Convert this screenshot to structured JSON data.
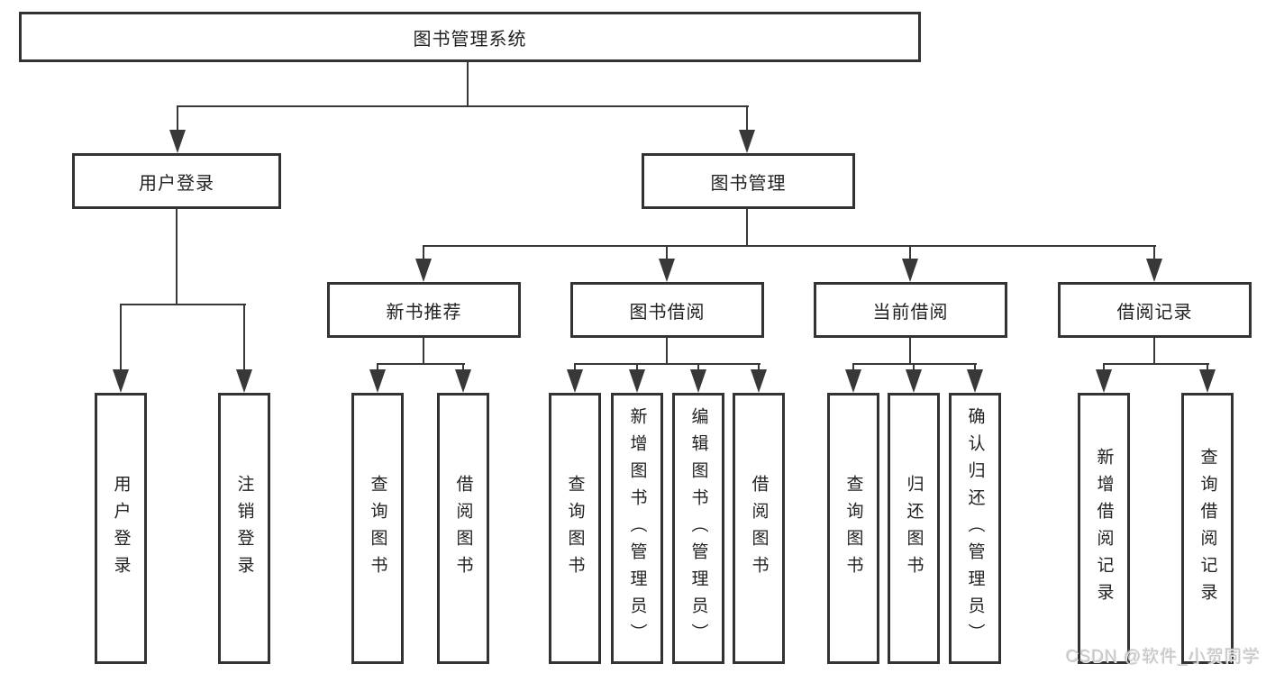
{
  "diagram": {
    "type": "tree-diagram",
    "background_color": "#ffffff",
    "line_color": "#383838",
    "box_border_color": "#333333",
    "text_color": "#222222",
    "watermark_color": "#c8c8c8"
  },
  "tree": {
    "root": {
      "label": "图书管理系统"
    },
    "level2": [
      {
        "label": "用户登录",
        "children": [
          {
            "label": "用户登录"
          },
          {
            "label": "注销登录"
          }
        ]
      },
      {
        "label": "图书管理",
        "children": [
          {
            "label": "新书推荐",
            "children": [
              {
                "label": "查询图书"
              },
              {
                "label": "借阅图书"
              }
            ]
          },
          {
            "label": "图书借阅",
            "children": [
              {
                "label": "查询图书"
              },
              {
                "label": "新增图书（管理员）"
              },
              {
                "label": "编辑图书（管理员）"
              },
              {
                "label": "借阅图书"
              }
            ]
          },
          {
            "label": "当前借阅",
            "children": [
              {
                "label": "查询图书"
              },
              {
                "label": "归还图书"
              },
              {
                "label": "确认归还（管理员）"
              }
            ]
          },
          {
            "label": "借阅记录",
            "children": [
              {
                "label": "新增借阅记录"
              },
              {
                "label": "查询借阅记录"
              }
            ]
          }
        ]
      }
    ]
  },
  "watermark": {
    "text": "CSDN @软件_小贺同学"
  }
}
